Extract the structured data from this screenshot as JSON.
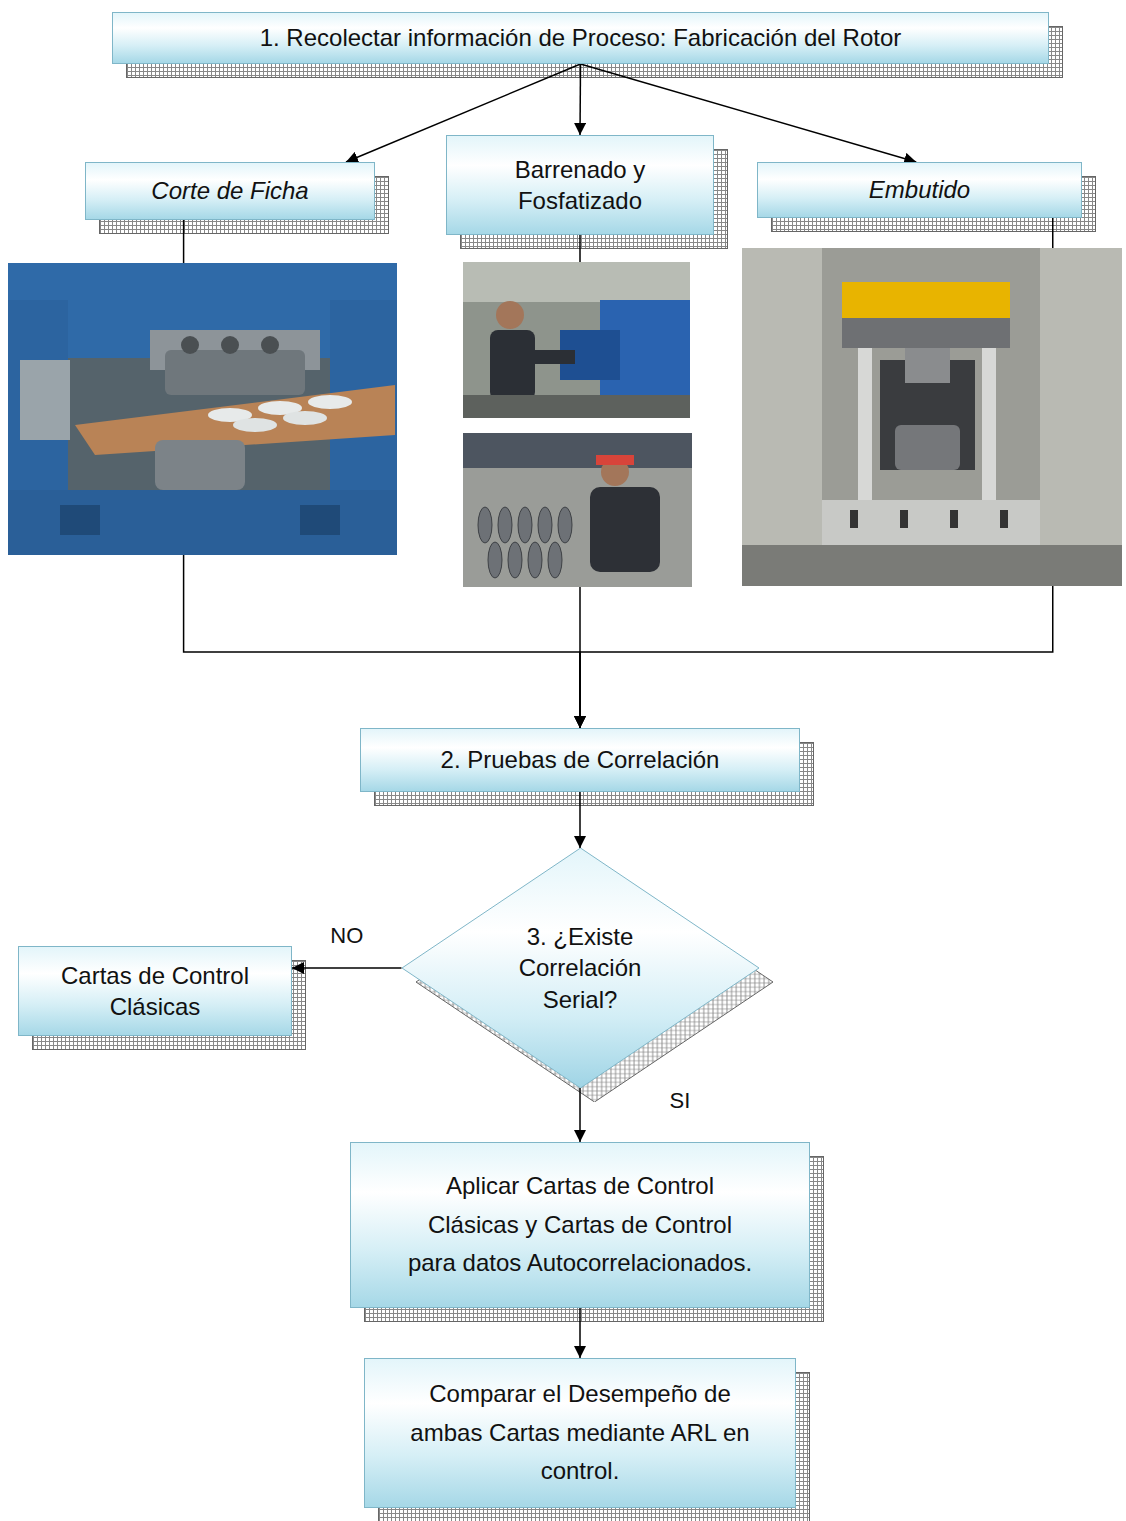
{
  "diagram": {
    "nodes": [
      {
        "text": [
          "1. Recolectar información de Proceso: Fabricación del Rotor"
        ]
      },
      {
        "text": [
          "Corte de Ficha"
        ]
      },
      {
        "text": [
          "Barrenado y Fosfatizado"
        ]
      },
      {
        "text": [
          "Embutido"
        ]
      },
      {
        "text": [
          "2. Pruebas de Correlación"
        ]
      },
      {
        "text": [
          "3. ¿Existe Correlación Serial?"
        ]
      },
      {
        "text": [
          "Cartas de Control Clásicas"
        ]
      },
      {
        "text": [
          "Aplicar Cartas de Control Clásicas y Cartas de Control para datos Autocorrelacionados."
        ]
      },
      {
        "text": [
          "Comparar el Desempeño de ambas Cartas mediante ARL en control."
        ]
      }
    ],
    "edges": [
      {
        "from": 0,
        "to": 1,
        "arrow": "to"
      },
      {
        "from": 0,
        "to": 2,
        "arrow": "to"
      },
      {
        "from": 0,
        "to": 3,
        "arrow": "to"
      },
      {
        "from": 1,
        "to": 4,
        "arrow": "to"
      },
      {
        "from": 2,
        "to": 4,
        "arrow": "to"
      },
      {
        "from": 3,
        "to": 4,
        "arrow": "to"
      },
      {
        "from": 4,
        "to": 5,
        "arrow": "to"
      },
      {
        "from": 5,
        "to": 6,
        "label": "NO",
        "arrow": "to"
      },
      {
        "from": 5,
        "to": 7,
        "label": "SI",
        "arrow": "to"
      },
      {
        "from": 7,
        "to": 8,
        "arrow": "to"
      }
    ]
  }
}
